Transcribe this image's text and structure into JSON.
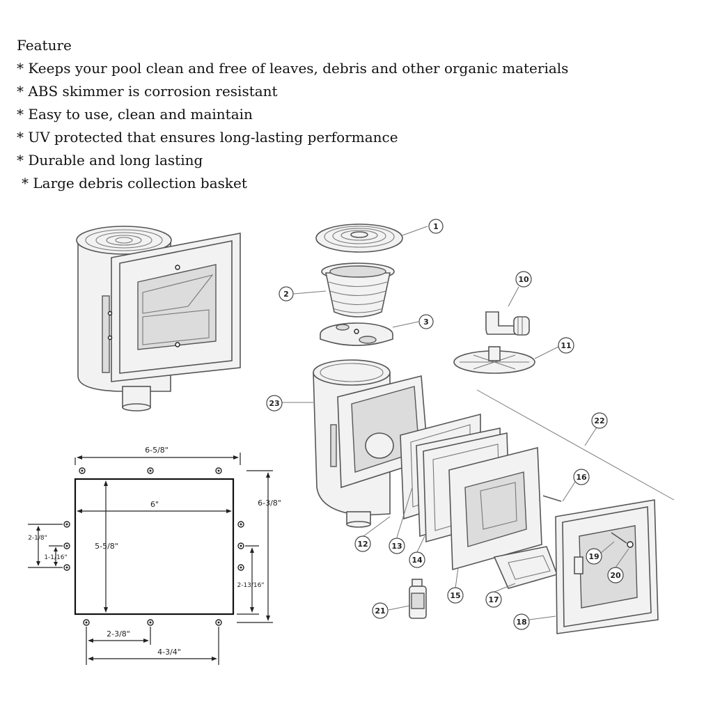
{
  "features": {
    "title": "Feature",
    "items": [
      "* Keeps your pool clean and free of leaves, debris and other organic materials",
      "* ABS skimmer is corrosion resistant",
      "* Easy to use, clean and maintain",
      "* UV protected that ensures long-lasting performance",
      "* Durable and long lasting",
      "* Large debris collection basket"
    ]
  },
  "dimensions": {
    "overall_width": "6-5/8\"",
    "inner_width": "6\"",
    "inner_height": "5-5/8\"",
    "overall_height": "6-3/8\"",
    "left_spacing_outer": "2-1/8\"",
    "left_spacing_inner": "1-1/16\"",
    "right_spacing": "2-13/16\"",
    "bottom_spacing_short": "2-3/8\"",
    "bottom_spacing_long": "4-3/4\""
  },
  "callouts": [
    "1",
    "2",
    "3",
    "10",
    "11",
    "23",
    "22",
    "16",
    "12",
    "13",
    "14",
    "15",
    "17",
    "18",
    "19",
    "20",
    "21"
  ]
}
